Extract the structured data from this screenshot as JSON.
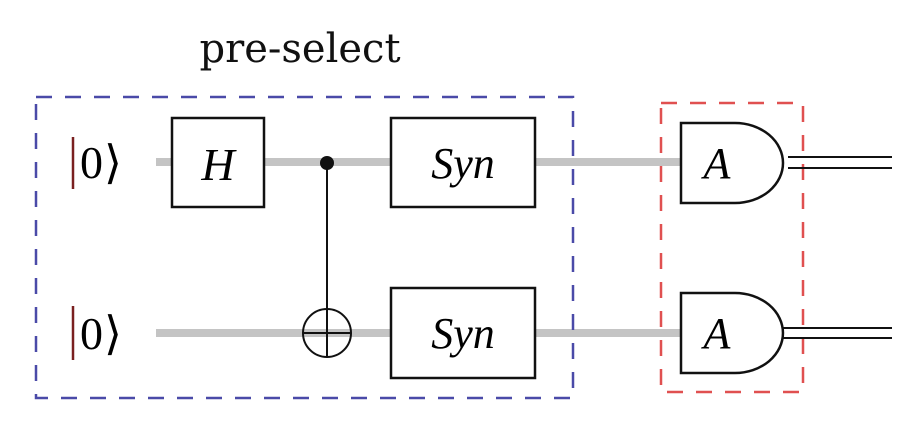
{
  "title": "pre-select",
  "qubits": [
    {
      "ket_bar": "|",
      "ket_value": "0",
      "ket_close": "⟩"
    },
    {
      "ket_bar": "|",
      "ket_value": "0",
      "ket_close": "⟩"
    }
  ],
  "gates": {
    "hadamard": "H",
    "syndrome_top": "Syn",
    "syndrome_bottom": "Syn",
    "measure_top": "A",
    "measure_bottom": "A"
  },
  "colors": {
    "preselect_box": "#4a4aa8",
    "measure_box": "#e05050",
    "wire": "#c4c4c4",
    "ket_bar": "#7a2020"
  }
}
